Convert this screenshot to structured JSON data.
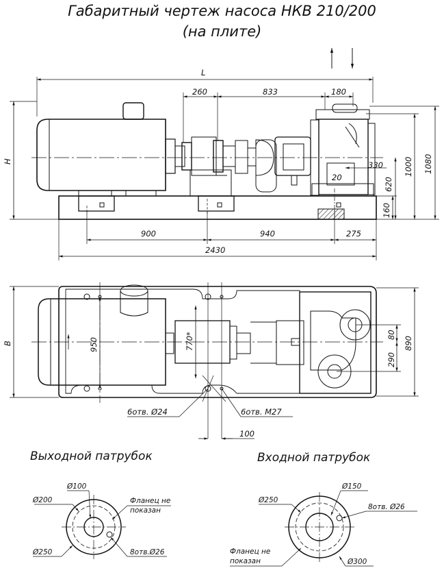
{
  "title": {
    "line1": "Габаритный чертеж насоса НКВ 210/200",
    "line2": "(на плите)"
  },
  "side_view": {
    "L": "L",
    "H": "H",
    "d260": "260",
    "d833": "833",
    "d180": "180",
    "d330": "330",
    "d20": "20",
    "d620": "620",
    "d160": "160",
    "d1000": "1000",
    "d1080": "1080",
    "d900": "900",
    "d940": "940",
    "d275": "275",
    "d2430": "2430"
  },
  "plan_view": {
    "B": "B",
    "d950": "950",
    "d770": "770*",
    "d80": "80",
    "d290": "290",
    "d890": "890",
    "holes1": "6отв. Ø24",
    "holes2": "6отв. М27",
    "d100": "100"
  },
  "outlet": {
    "heading": "Выходной патрубок",
    "dia_inner": "Ø100",
    "dia_pitch": "Ø200",
    "dia_outer": "Ø250",
    "note": "Фланец не показан",
    "note_line1": "Фланец не",
    "note_line2": "показан",
    "holes": "8отв.Ø26"
  },
  "inlet": {
    "heading": "Входной патрубок",
    "dia_inner": "Ø150",
    "dia_pitch": "Ø250",
    "dia_outer": "Ø300",
    "note_line1": "Фланец не",
    "note_line2": "показан",
    "holes": "8отв. Ø26"
  },
  "colors": {
    "ink": "#111111",
    "hatch": "#222222",
    "paper": "#ffffff"
  }
}
